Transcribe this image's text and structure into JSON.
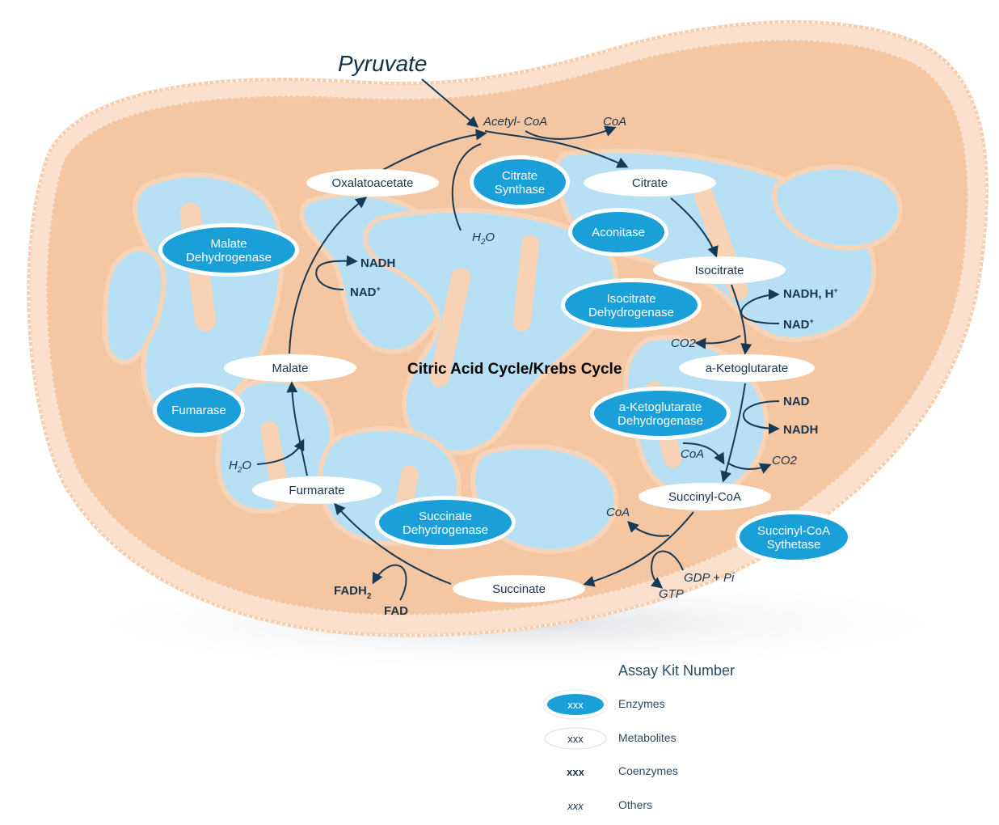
{
  "pyruvate": "Pyruvate",
  "center_title": "Citric Acid Cycle/Krebs Cycle",
  "metabolites": {
    "citrate": "Citrate",
    "isocitrate": "Isocitrate",
    "ketoglutarate": "a-Ketoglutarate",
    "succinyl_coa": "Succinyl-CoA",
    "succinate": "Succinate",
    "furmarate": "Furmarate",
    "malate": "Malate",
    "oxalatoacetate": "Oxalatoacetate"
  },
  "enzymes": {
    "citrate_synthase": [
      "Citrate",
      "Synthase"
    ],
    "aconitase": "Aconitase",
    "isocitrate_dh": [
      "Isocitrate",
      "Dehydrogenase"
    ],
    "ketoglutarate_dh": [
      "a-Ketoglutarate",
      "Dehydrogenase"
    ],
    "succinyl_coa_synthetase": [
      "Succinyl-CoA",
      "Sythetase"
    ],
    "succinate_dh": [
      "Succinate",
      "Dehydrogenase"
    ],
    "fumarase": "Fumarase",
    "malate_dh": [
      "Malate",
      "Dehydrogenase"
    ]
  },
  "coenzymes": {
    "nadh_h": "NADH, H",
    "nad_plus_1": "NAD",
    "nad_2": "NAD",
    "nadh_2": "NADH",
    "fadh2": "FADH",
    "fad": "FAD",
    "nadh_3": "NADH",
    "nad_plus_3": "NAD"
  },
  "others": {
    "acetyl_coa": "Acetyl- CoA",
    "coa_top": "CoA",
    "h2o_top": "H",
    "co2_1": "CO2",
    "coa_mid": "CoA",
    "co2_2": "CO2",
    "coa_low": "CoA",
    "gdp_pi": "GDP + Pi",
    "gtp": "GTP",
    "h2o_left": "H"
  },
  "legend": {
    "title": "Assay Kit Number",
    "sample": "xxx",
    "items": [
      {
        "type": "enzyme",
        "label": "Enzymes"
      },
      {
        "type": "metabolite",
        "label": "Metabolites"
      },
      {
        "type": "coenzyme",
        "label": "Coenzymes"
      },
      {
        "type": "other",
        "label": "Others"
      }
    ]
  },
  "colors": {
    "matrix": "#f6c9a6",
    "membrane": "#fbe3d2",
    "cristae": "#b7dff3",
    "enzyme": "#1b9fd9",
    "ink": "#163a55"
  }
}
